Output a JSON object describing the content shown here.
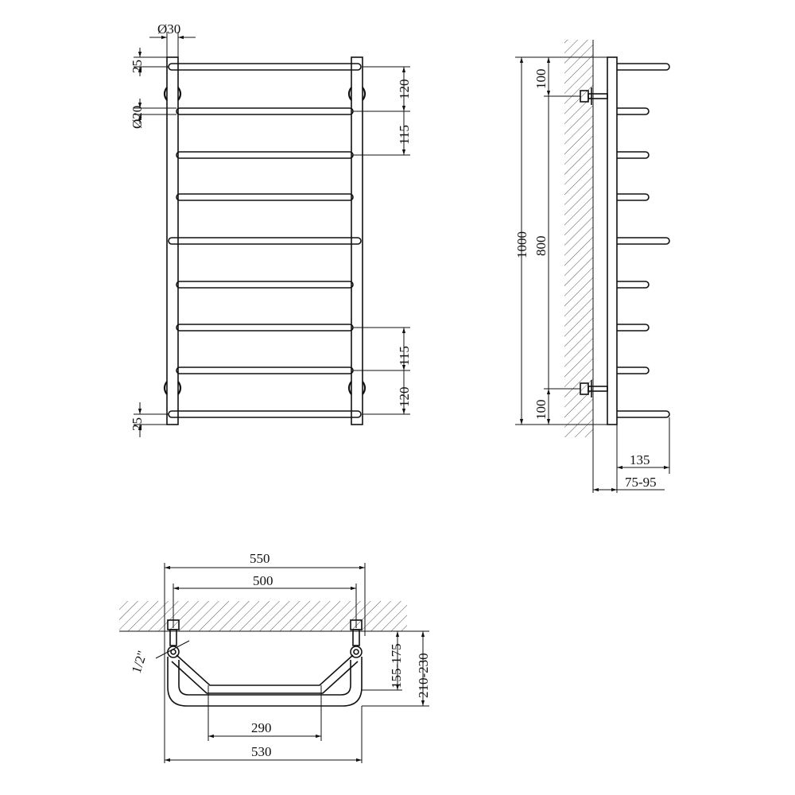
{
  "dimensions": {
    "front": {
      "side_pipe_diameter": "Ø30",
      "bar_diameter": "Ø20",
      "top_offset": "25",
      "bottom_offset": "25",
      "top_spacing": "120",
      "second_spacing": "115",
      "lower_spacing": "115",
      "bottom_spacing": "120"
    },
    "side": {
      "total_height": "1000",
      "mount_spacing": "800",
      "top_mount_offset": "100",
      "bottom_mount_offset": "100",
      "depth": "135",
      "wall_gap": "75-95"
    },
    "top": {
      "outer_width": "550",
      "connection_spacing": "500",
      "thread_size": "1/2\"",
      "mount_depth": "155-175",
      "total_depth": "210-230",
      "inner_width": "290",
      "bar_width": "530"
    }
  }
}
